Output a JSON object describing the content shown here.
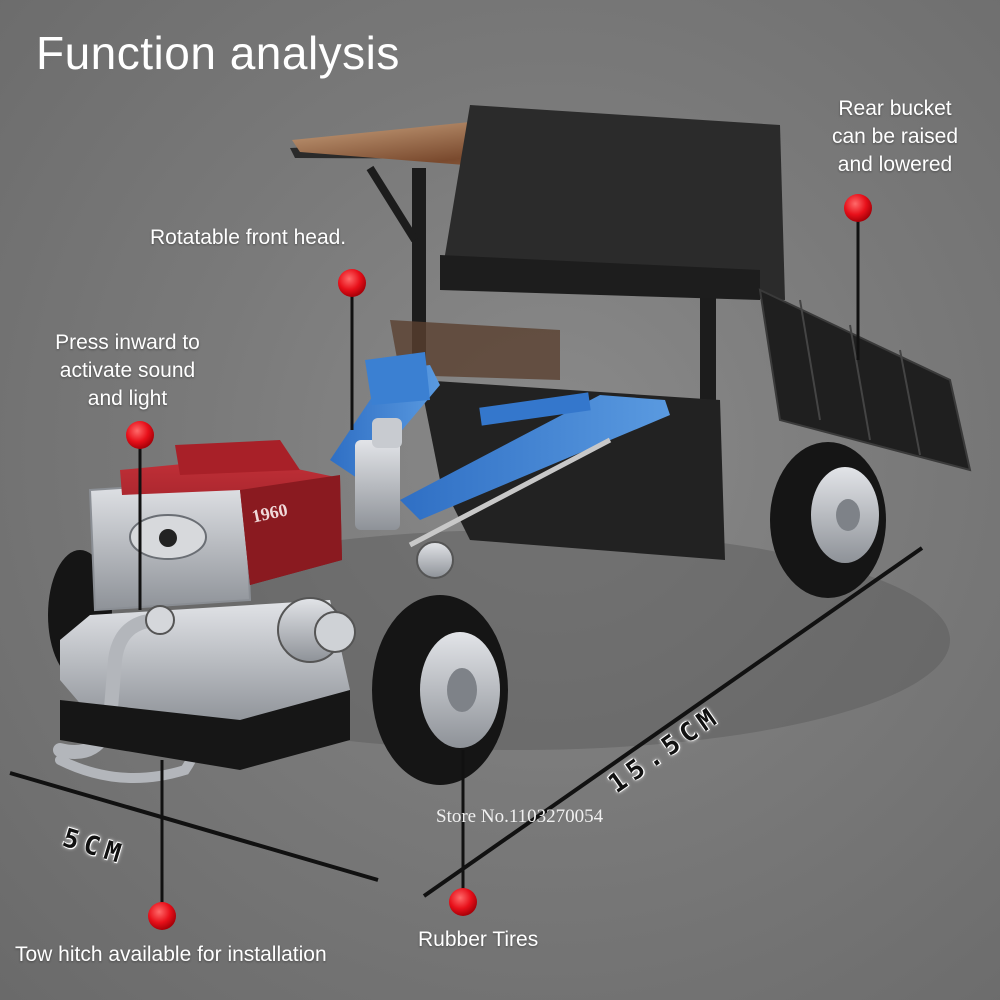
{
  "title": "Function analysis",
  "annotations": {
    "rear_bucket": [
      "Rear bucket",
      "can be raised",
      "and lowered"
    ],
    "front_head": "Rotatable front head.",
    "sound_light": [
      "Press inward to",
      "activate sound",
      "and light"
    ],
    "tow_hitch": "Tow hitch available for installation",
    "rubber_tires": "Rubber Tires"
  },
  "dimensions": {
    "width": "5CM",
    "length": "15.5CM"
  },
  "store": "Store No.1103270054",
  "engine_badge": "1960",
  "colors": {
    "marker": "#e8101a",
    "frame_blue": "#3c7fd0",
    "engine_red": "#9e1e24",
    "engine_silver": "#b9bcc2",
    "canopy": "#8a5a3a",
    "background": "#7a7a7a"
  },
  "icons": [
    "marker-dot"
  ]
}
